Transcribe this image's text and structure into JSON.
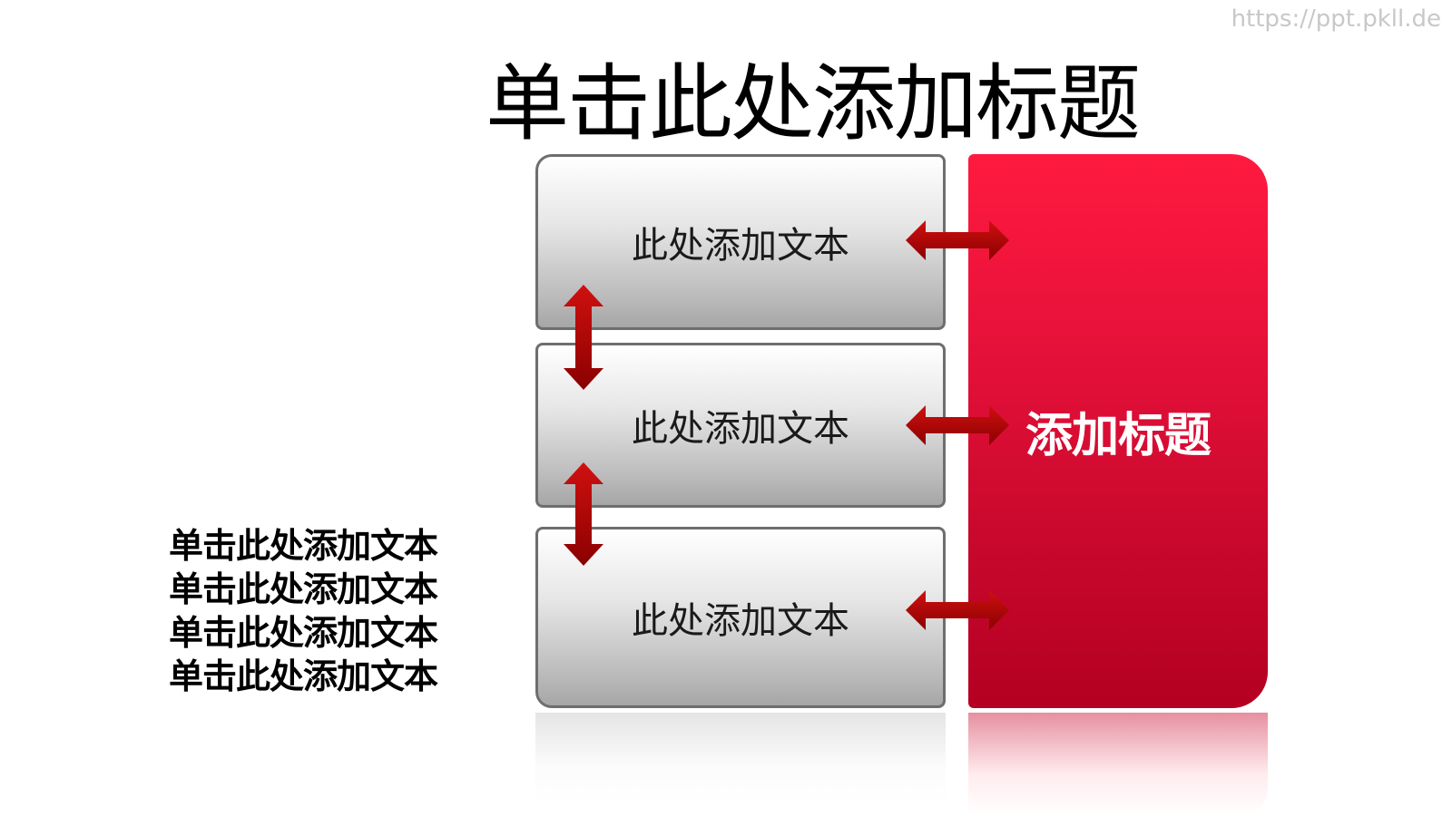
{
  "watermark": "https://ppt.pkll.de",
  "title": "单击此处添加标题",
  "bars": [
    {
      "label": "此处添加文本"
    },
    {
      "label": "此处添加文本"
    },
    {
      "label": "此处添加文本"
    }
  ],
  "red_box": {
    "label": "添加标题"
  },
  "side_text": [
    "单击此处添加文本",
    "单击此处添加文本",
    "单击此处添加文本",
    "单击此处添加文本"
  ],
  "colors": {
    "accent_red": "#c8082c",
    "arrow_red": "#b00000",
    "bar_gray": "#b8b8b8"
  }
}
